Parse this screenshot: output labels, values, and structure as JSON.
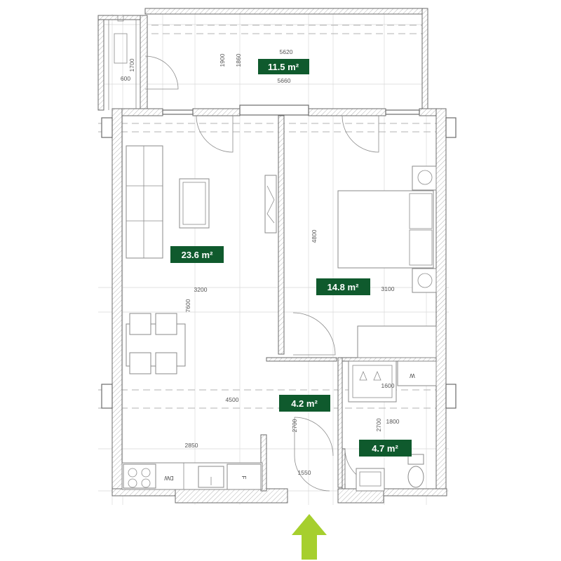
{
  "rooms": [
    {
      "id": "balcony",
      "area": "11.5 m²"
    },
    {
      "id": "living",
      "area": "23.6 m²"
    },
    {
      "id": "bedroom",
      "area": "14.8 m²"
    },
    {
      "id": "hall",
      "area": "4.2 m²"
    },
    {
      "id": "bathroom",
      "area": "4.7 m²"
    }
  ],
  "dimensions": {
    "balcony_width_top": "5620",
    "balcony_width_bottom": "5660",
    "balcony_depth_a": "1900",
    "balcony_depth_b": "1860",
    "balcony_side": "1700",
    "balcony_niche": "600",
    "living_width": "3200",
    "living_depth": "7600",
    "kitchen_width": "2850",
    "full_width": "4500",
    "bedroom_width": "3100",
    "bedroom_depth": "4800",
    "hall_depth": "2700",
    "hall_width": "1550",
    "bath_depth": "2700",
    "bath_width": "1800",
    "wardrobe_width": "1600"
  },
  "appliances": {
    "dishwasher": "DW",
    "fridge": "F",
    "washer": "W"
  },
  "colors": {
    "label_bg": "#0f5a2d",
    "entrance_arrow": "#a6cf2e",
    "walls": "#6b6b6b"
  },
  "icons": [
    "entrance-arrow-icon",
    "stove-icon",
    "sink-icon",
    "toilet-icon",
    "washbasin-icon"
  ]
}
